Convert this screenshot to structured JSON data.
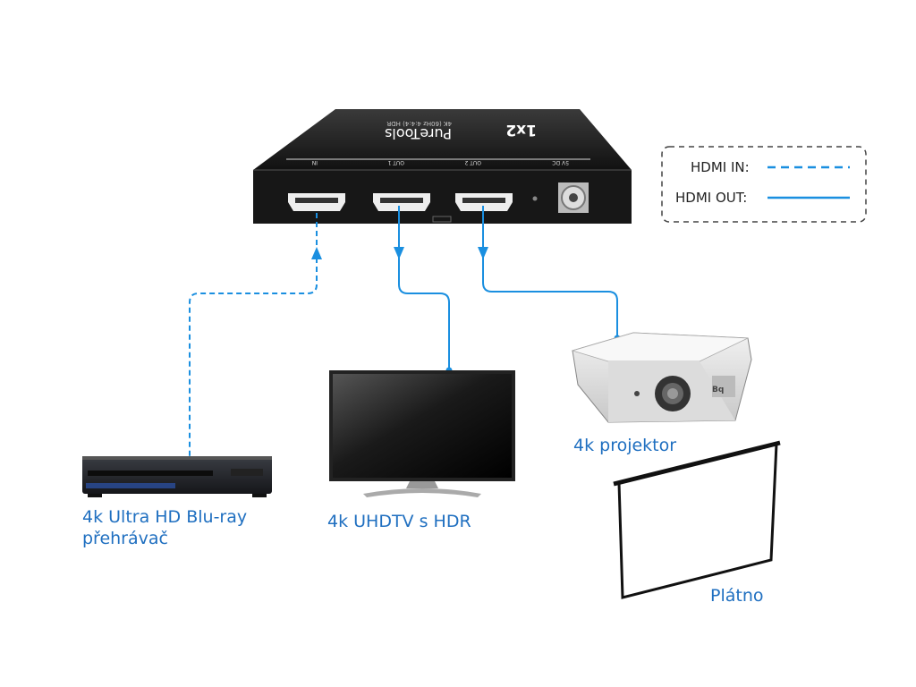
{
  "device": {
    "brand": "PureTools",
    "model": "1x2",
    "spec": "4K (60Hz 4:4:4) HDR",
    "port_in": "IN",
    "port_out1": "OUT 1",
    "port_out2": "OUT 2",
    "port_dc": "5V DC"
  },
  "labels": {
    "bluray_line1": "4k Ultra HD Blu-ray",
    "bluray_line2": "přehrávač",
    "tv": "4k UHDTV s HDR",
    "projector": "4k projektor",
    "screen": "Plátno"
  },
  "legend": {
    "hdmi_in": "HDMI IN:",
    "hdmi_out": "HDMI OUT:"
  },
  "colors": {
    "cable": "#1a8fe0",
    "label": "#1f6fc0",
    "device_body": "#1c1c1c"
  }
}
